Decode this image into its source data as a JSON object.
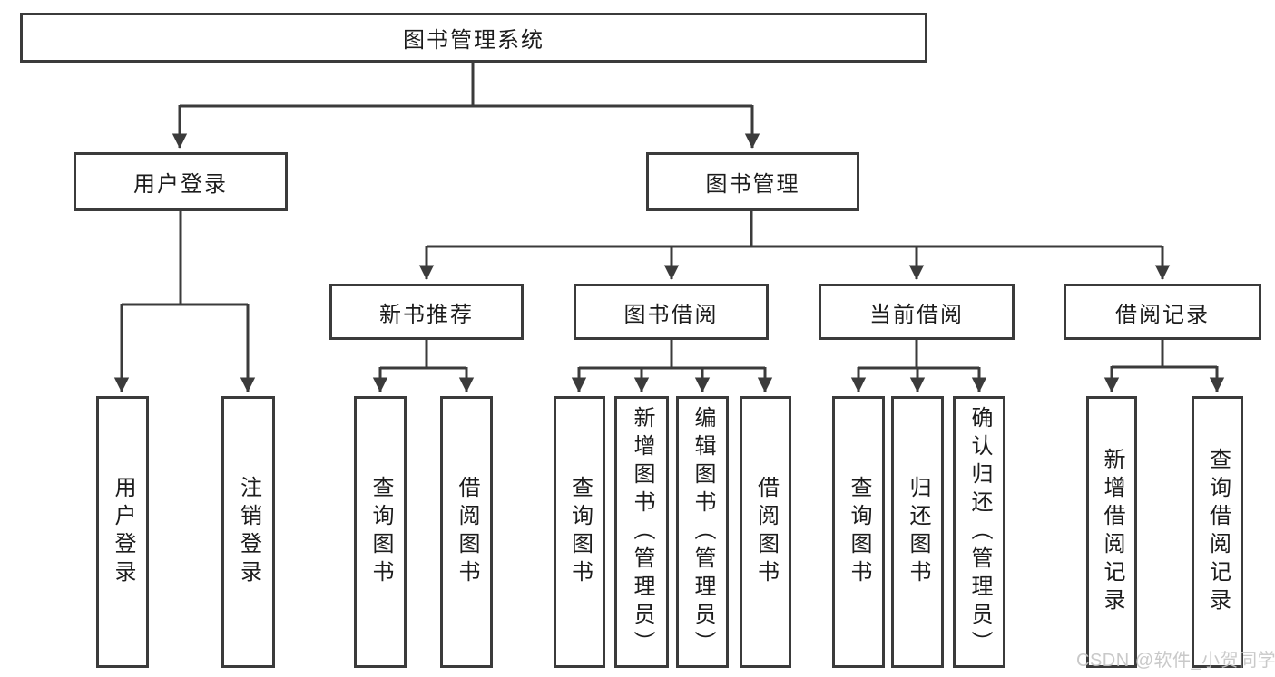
{
  "tree": {
    "label": "图书管理系统",
    "children": [
      {
        "label": "用户登录",
        "children": [
          {
            "label": "用户登录"
          },
          {
            "label": "注销登录"
          }
        ]
      },
      {
        "label": "图书管理",
        "children": [
          {
            "label": "新书推荐",
            "children": [
              {
                "label": "查询图书"
              },
              {
                "label": "借阅图书"
              }
            ]
          },
          {
            "label": "图书借阅",
            "children": [
              {
                "label": "查询图书"
              },
              {
                "label": "新增图书（管理员）"
              },
              {
                "label": "编辑图书（管理员）"
              },
              {
                "label": "借阅图书"
              }
            ]
          },
          {
            "label": "当前借阅",
            "children": [
              {
                "label": "查询图书"
              },
              {
                "label": "归还图书"
              },
              {
                "label": "确认归还（管理员）"
              }
            ]
          },
          {
            "label": "借阅记录",
            "children": [
              {
                "label": "新增借阅记录"
              },
              {
                "label": "查询借阅记录"
              }
            ]
          }
        ]
      }
    ]
  },
  "watermark": {
    "text": "CSDN @软件_小贺同学"
  },
  "colors": {
    "line": "#3b3b3b",
    "box_border": "#3b3b3b",
    "text": "#1c1c1c",
    "background": "#ffffff",
    "watermark": "#c4c4c4"
  }
}
